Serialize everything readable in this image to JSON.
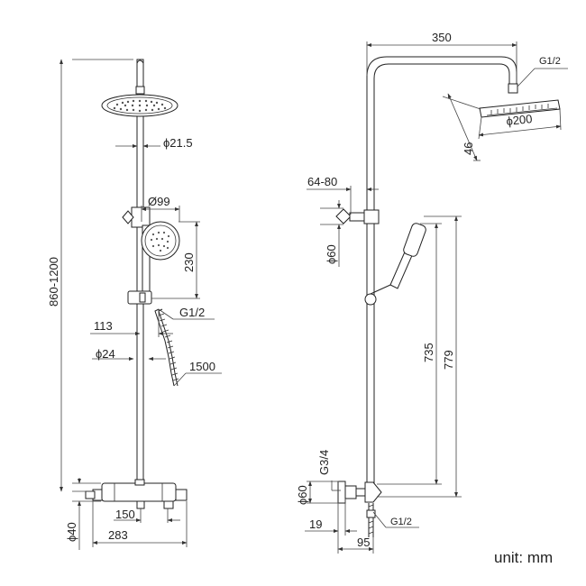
{
  "left_view": {
    "height_label": "860-1200",
    "pipe_diameter_label": "ϕ21.5",
    "handshower_diameter_label": "Ø99",
    "handshower_height_label": "230",
    "hose_connection_label": "G1/2",
    "bracket_offset_label": "113",
    "bracket_diameter_label": "ϕ24",
    "hose_length_label": "1500",
    "outlet_spacing_label": "150",
    "mixer_diameter_label": "ϕ40",
    "mixer_width_label": "283"
  },
  "right_view": {
    "arm_length_label": "350",
    "head_connection_label": "G1/2",
    "head_diameter_label": "ϕ200",
    "head_thickness_label": "46",
    "wall_offset_label": "64-80",
    "bracket_diameter_label": "ϕ60",
    "slide_height_label": "735",
    "total_height_label": "779",
    "inlet_thread_label": "G3/4",
    "escutcheon_diameter_label": "ϕ60",
    "inlet_offset_label": "19",
    "outlet_connection_label": "G1/2",
    "projection_label": "95"
  },
  "unit_label": "unit: mm"
}
